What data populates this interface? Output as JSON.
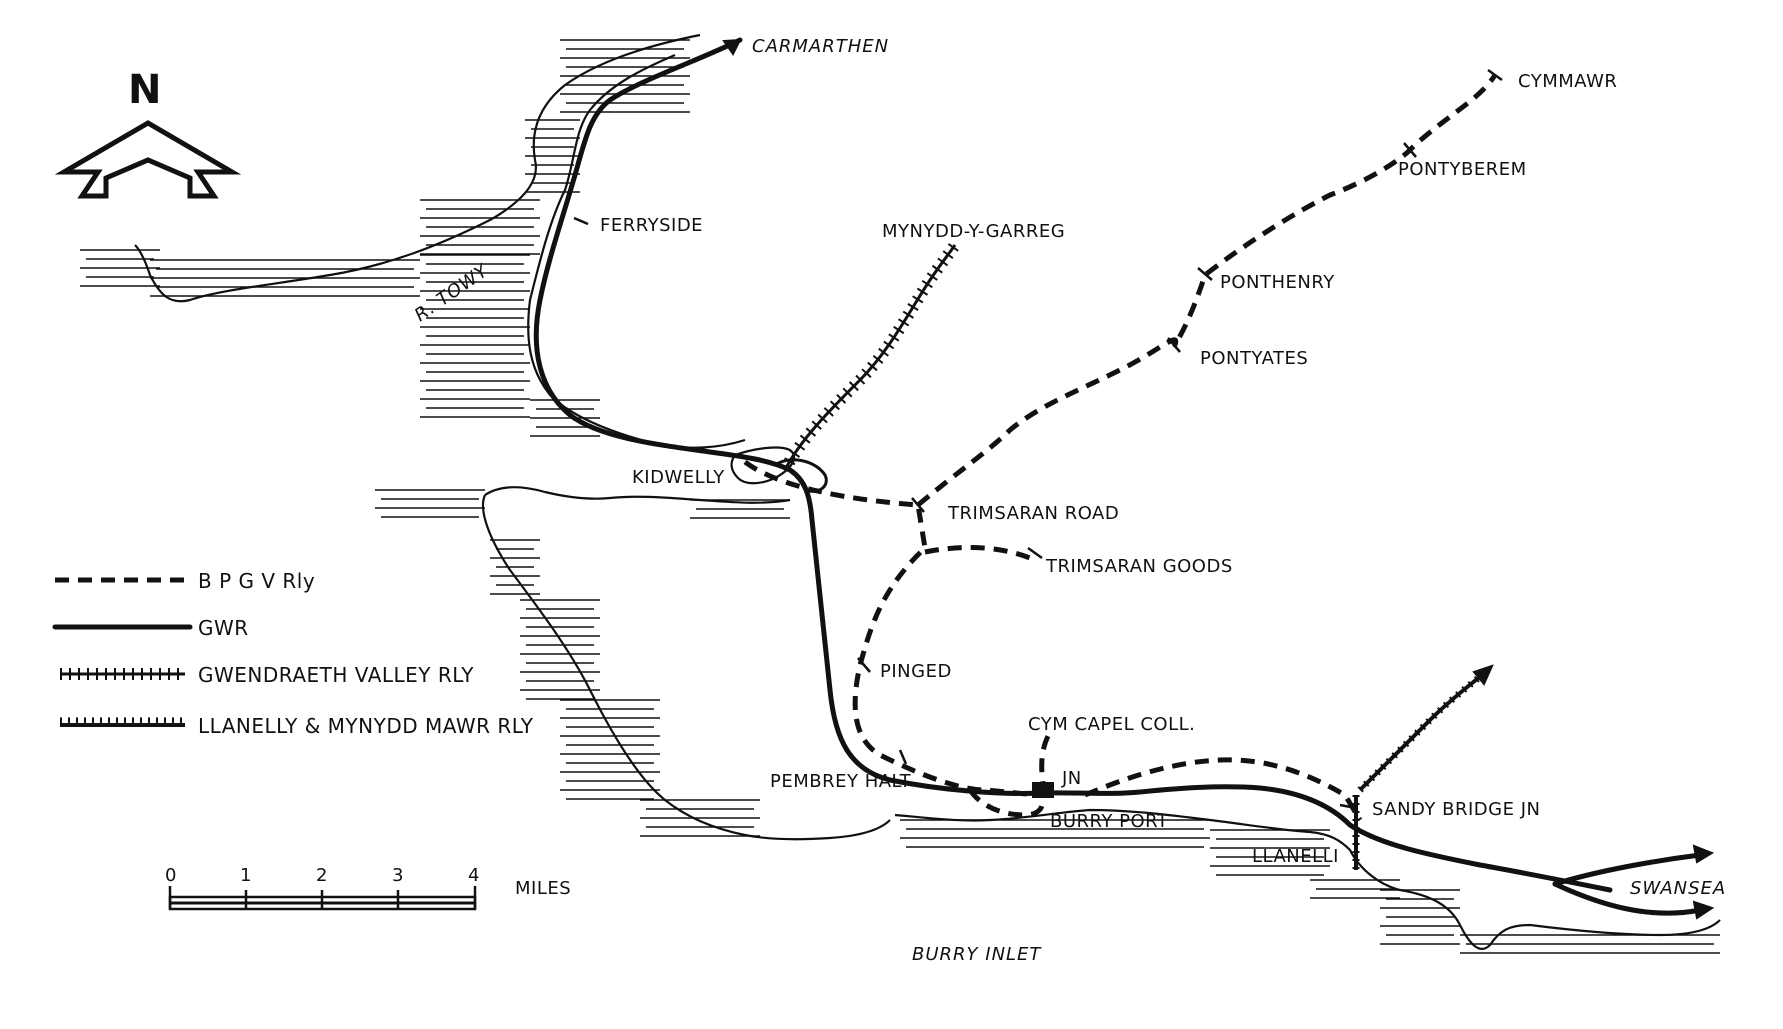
{
  "north": {
    "letter": "N"
  },
  "places": {
    "carmarthen": "CARMARTHEN",
    "cymmawr": "CYMMAWR",
    "pontyberem": "PONTYBEREM",
    "ferryside": "FERRYSIDE",
    "mynydd_y_garreg": "MYNYDD-Y-GARREG",
    "ponthenry": "PONTHENRY",
    "pontyates": "PONTYATES",
    "kidwelly": "KIDWELLY",
    "trimsaran_road": "TRIMSARAN ROAD",
    "trimsaran_goods": "TRIMSARAN GOODS",
    "pinged": "PINGED",
    "cym_capel_coll": "CYM CAPEL COLL.",
    "jn": "JN",
    "pembrey_halt": "PEMBREY HALT",
    "burry_port": "BURRY PORT",
    "sandy_bridge_jn": "SANDY BRIDGE JN",
    "llanelli": "LLANELLI",
    "swansea": "SWANSEA"
  },
  "water": {
    "r_towy": "R. TOWY",
    "burry_inlet": "BURRY INLET"
  },
  "legend": {
    "items": [
      {
        "key": "bpgv",
        "label": "B P G V Rly"
      },
      {
        "key": "gwr",
        "label": "GWR"
      },
      {
        "key": "gvr",
        "label": "GWENDRAETH VALLEY RLY"
      },
      {
        "key": "lmm",
        "label": "LLANELLY & MYNYDD MAWR RLY"
      }
    ]
  },
  "scale": {
    "ticks": [
      "0",
      "1",
      "2",
      "3",
      "4"
    ],
    "unit": "MILES"
  }
}
